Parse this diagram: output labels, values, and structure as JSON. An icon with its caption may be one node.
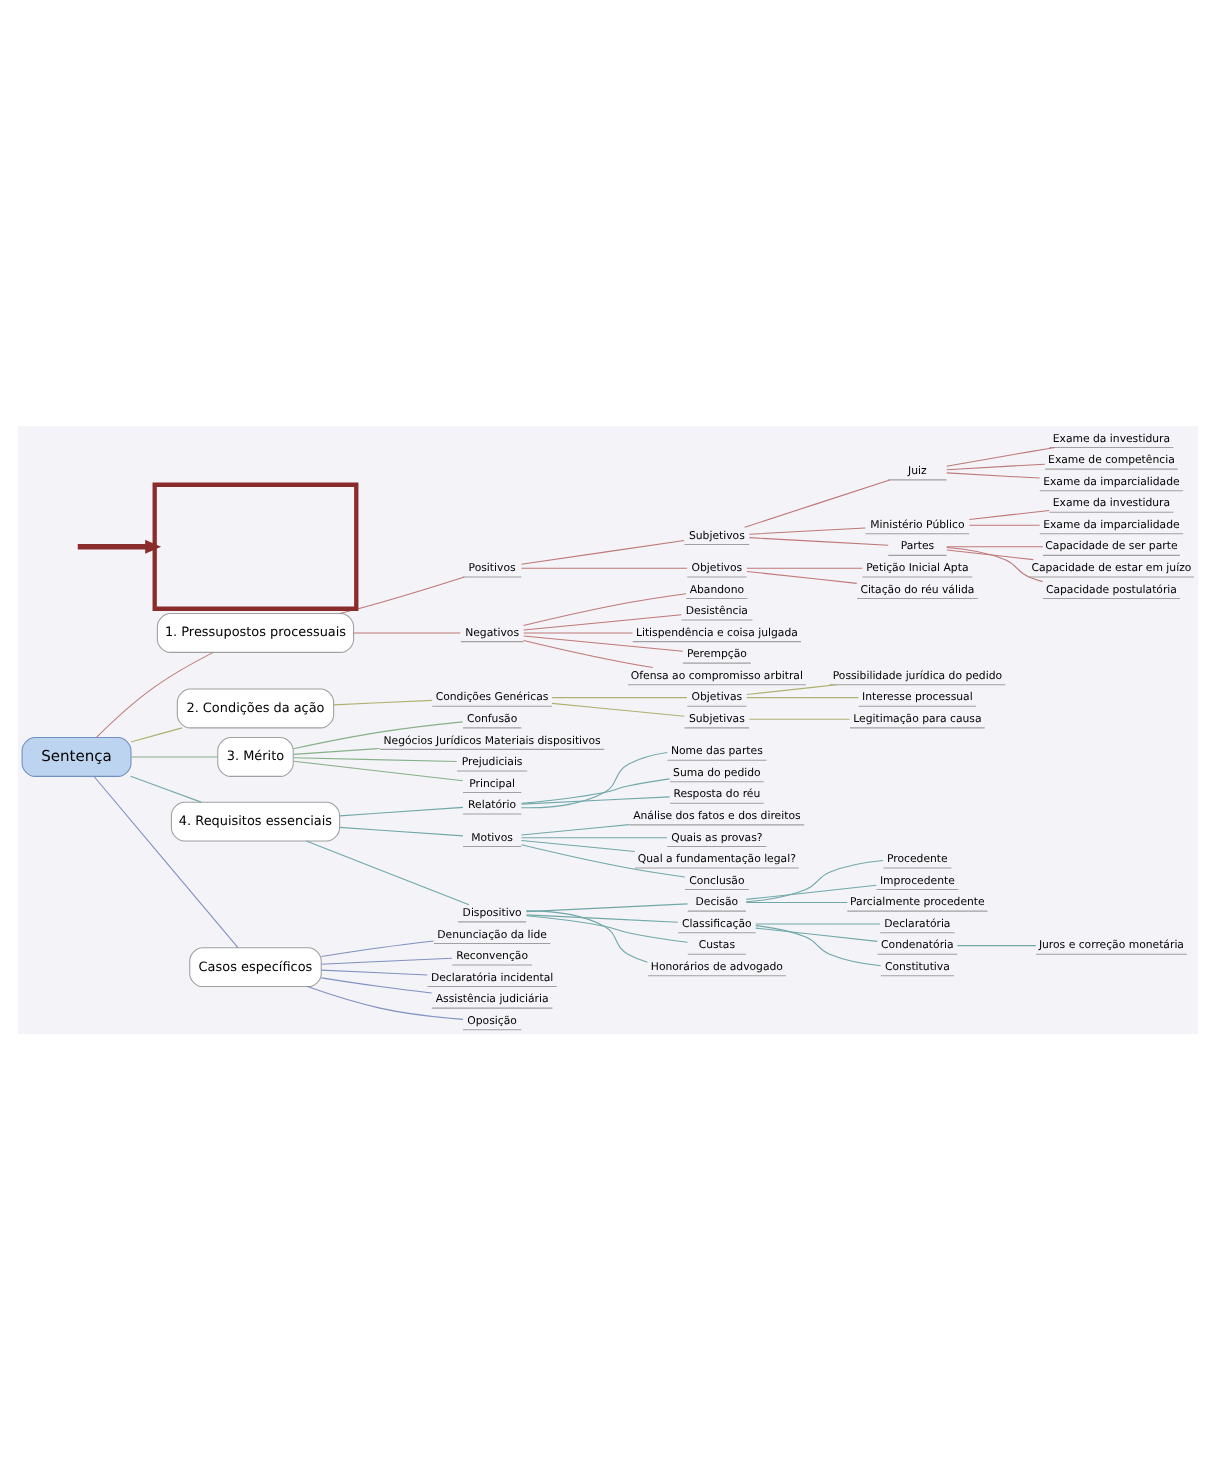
{
  "diagram": {
    "nodes": [
      {
        "text": [
          "Sentença"
        ]
      },
      {
        "text": [
          "1. Pressupostos processuais"
        ]
      },
      {
        "text": [
          "Positivos"
        ]
      },
      {
        "text": [
          "Subjetivos"
        ]
      },
      {
        "text": [
          "Juiz"
        ]
      },
      {
        "text": [
          "Exame da investidura"
        ]
      },
      {
        "text": [
          "Exame de competência"
        ]
      },
      {
        "text": [
          "Exame da imparcialidade"
        ]
      },
      {
        "text": [
          "Ministério Público"
        ]
      },
      {
        "text": [
          "Exame da investidura"
        ]
      },
      {
        "text": [
          "Exame da imparcialidade"
        ]
      },
      {
        "text": [
          "Partes"
        ]
      },
      {
        "text": [
          "Capacidade de ser parte"
        ]
      },
      {
        "text": [
          "Capacidade de estar em juízo"
        ]
      },
      {
        "text": [
          "Capacidade postulatória"
        ]
      },
      {
        "text": [
          "Objetivos"
        ]
      },
      {
        "text": [
          "Petição Inicial Apta"
        ]
      },
      {
        "text": [
          "Citação do réu válida"
        ]
      },
      {
        "text": [
          "Negativos"
        ]
      },
      {
        "text": [
          "Abandono"
        ]
      },
      {
        "text": [
          "Desistência"
        ]
      },
      {
        "text": [
          "Litispendência e coisa julgada"
        ]
      },
      {
        "text": [
          "Perempção"
        ]
      },
      {
        "text": [
          "Ofensa ao compromisso arbitral"
        ]
      },
      {
        "text": [
          "2. Condições da ação"
        ]
      },
      {
        "text": [
          "Condições Genéricas"
        ]
      },
      {
        "text": [
          "Objetivas"
        ]
      },
      {
        "text": [
          "Possibilidade jurídica do pedido"
        ]
      },
      {
        "text": [
          "Interesse processual"
        ]
      },
      {
        "text": [
          "Subjetivas"
        ]
      },
      {
        "text": [
          "Legitimação para causa"
        ]
      },
      {
        "text": [
          "3. Mérito"
        ]
      },
      {
        "text": [
          "Confusão"
        ]
      },
      {
        "text": [
          "Negócios Jurídicos Materiais dispositivos"
        ]
      },
      {
        "text": [
          "Prejudiciais"
        ]
      },
      {
        "text": [
          "Principal"
        ]
      },
      {
        "text": [
          "4. Requisitos essenciais"
        ]
      },
      {
        "text": [
          "Relatório"
        ]
      },
      {
        "text": [
          "Nome das partes"
        ]
      },
      {
        "text": [
          "Suma do pedido"
        ]
      },
      {
        "text": [
          "Resposta do réu"
        ]
      },
      {
        "text": [
          "Motivos"
        ]
      },
      {
        "text": [
          "Análise dos fatos e dos direitos"
        ]
      },
      {
        "text": [
          "Quais as provas?"
        ]
      },
      {
        "text": [
          "Qual a fundamentação legal?"
        ]
      },
      {
        "text": [
          "Conclusão"
        ]
      },
      {
        "text": [
          "Dispositivo"
        ]
      },
      {
        "text": [
          "Decisão"
        ]
      },
      {
        "text": [
          "Procedente"
        ]
      },
      {
        "text": [
          "Improcedente"
        ]
      },
      {
        "text": [
          "Parcialmente procedente"
        ]
      },
      {
        "text": [
          "Classificação"
        ]
      },
      {
        "text": [
          "Declaratória"
        ]
      },
      {
        "text": [
          "Condenatória"
        ]
      },
      {
        "text": [
          "Juros e correção monetária"
        ]
      },
      {
        "text": [
          "Constitutiva"
        ]
      },
      {
        "text": [
          "Custas"
        ]
      },
      {
        "text": [
          "Honorários de advogado"
        ]
      },
      {
        "text": [
          "Casos específicos"
        ]
      },
      {
        "text": [
          "Denunciação da lide"
        ]
      },
      {
        "text": [
          "Reconvenção"
        ]
      },
      {
        "text": [
          "Declaratória incidental"
        ]
      },
      {
        "text": [
          "Assistência judiciária"
        ]
      },
      {
        "text": [
          "Oposição"
        ]
      },
      {
        "text": [],
        "shape": "box"
      }
    ],
    "edges": [
      {
        "from": 0,
        "to": 1,
        "arrow": "none",
        "color": "#c07878"
      },
      {
        "from": 1,
        "to": 2,
        "arrow": "none",
        "color": "#c07878"
      },
      {
        "from": 2,
        "to": 3,
        "arrow": "none",
        "color": "#c07878"
      },
      {
        "from": 3,
        "to": 4,
        "arrow": "none",
        "color": "#c07878"
      },
      {
        "from": 4,
        "to": 5,
        "arrow": "none",
        "color": "#c07878"
      },
      {
        "from": 4,
        "to": 6,
        "arrow": "none",
        "color": "#c07878"
      },
      {
        "from": 4,
        "to": 7,
        "arrow": "none",
        "color": "#c07878"
      },
      {
        "from": 3,
        "to": 8,
        "arrow": "none",
        "color": "#c07878"
      },
      {
        "from": 8,
        "to": 9,
        "arrow": "none",
        "color": "#c07878"
      },
      {
        "from": 8,
        "to": 10,
        "arrow": "none",
        "color": "#c07878"
      },
      {
        "from": 3,
        "to": 11,
        "arrow": "none",
        "color": "#c07878"
      },
      {
        "from": 11,
        "to": 12,
        "arrow": "none",
        "color": "#c07878"
      },
      {
        "from": 11,
        "to": 13,
        "arrow": "none",
        "color": "#c07878"
      },
      {
        "from": 11,
        "to": 14,
        "arrow": "none",
        "color": "#c07878"
      },
      {
        "from": 2,
        "to": 15,
        "arrow": "none",
        "color": "#c07878"
      },
      {
        "from": 15,
        "to": 16,
        "arrow": "none",
        "color": "#c07878"
      },
      {
        "from": 15,
        "to": 17,
        "arrow": "none",
        "color": "#c07878"
      },
      {
        "from": 1,
        "to": 18,
        "arrow": "none",
        "color": "#c07878"
      },
      {
        "from": 18,
        "to": 19,
        "arrow": "none",
        "color": "#c07878"
      },
      {
        "from": 18,
        "to": 20,
        "arrow": "none",
        "color": "#c07878"
      },
      {
        "from": 18,
        "to": 21,
        "arrow": "none",
        "color": "#c07878"
      },
      {
        "from": 18,
        "to": 22,
        "arrow": "none",
        "color": "#c07878"
      },
      {
        "from": 18,
        "to": 23,
        "arrow": "none",
        "color": "#c07878"
      },
      {
        "from": 0,
        "to": 24,
        "arrow": "none",
        "color": "#b0b070"
      },
      {
        "from": 24,
        "to": 25,
        "arrow": "none",
        "color": "#b0b070"
      },
      {
        "from": 25,
        "to": 26,
        "arrow": "none",
        "color": "#b0b070"
      },
      {
        "from": 26,
        "to": 27,
        "arrow": "none",
        "color": "#b0b070"
      },
      {
        "from": 26,
        "to": 28,
        "arrow": "none",
        "color": "#b0b070"
      },
      {
        "from": 25,
        "to": 29,
        "arrow": "none",
        "color": "#b0b070"
      },
      {
        "from": 29,
        "to": 30,
        "arrow": "none",
        "color": "#b0b070"
      },
      {
        "from": 0,
        "to": 31,
        "arrow": "none",
        "color": "#88b088"
      },
      {
        "from": 31,
        "to": 32,
        "arrow": "none",
        "color": "#88b088"
      },
      {
        "from": 31,
        "to": 33,
        "arrow": "none",
        "color": "#88b088"
      },
      {
        "from": 31,
        "to": 34,
        "arrow": "none",
        "color": "#88b088"
      },
      {
        "from": 31,
        "to": 35,
        "arrow": "none",
        "color": "#88b088"
      },
      {
        "from": 0,
        "to": 36,
        "arrow": "none",
        "color": "#70a8a8"
      },
      {
        "from": 36,
        "to": 37,
        "arrow": "none",
        "color": "#70a8a8"
      },
      {
        "from": 37,
        "to": 38,
        "arrow": "none",
        "color": "#70a8a8"
      },
      {
        "from": 37,
        "to": 39,
        "arrow": "none",
        "color": "#70a8a8"
      },
      {
        "from": 37,
        "to": 40,
        "arrow": "none",
        "color": "#70a8a8"
      },
      {
        "from": 36,
        "to": 41,
        "arrow": "none",
        "color": "#70a8a8"
      },
      {
        "from": 41,
        "to": 42,
        "arrow": "none",
        "color": "#70a8a8"
      },
      {
        "from": 41,
        "to": 43,
        "arrow": "none",
        "color": "#70a8a8"
      },
      {
        "from": 41,
        "to": 44,
        "arrow": "none",
        "color": "#70a8a8"
      },
      {
        "from": 41,
        "to": 45,
        "arrow": "none",
        "color": "#70a8a8"
      },
      {
        "from": 36,
        "to": 46,
        "arrow": "none",
        "color": "#70a8a8"
      },
      {
        "from": 46,
        "to": 47,
        "arrow": "none",
        "color": "#70a8a8"
      },
      {
        "from": 47,
        "to": 48,
        "arrow": "none",
        "color": "#70a8a8"
      },
      {
        "from": 47,
        "to": 49,
        "arrow": "none",
        "color": "#70a8a8"
      },
      {
        "from": 47,
        "to": 50,
        "arrow": "none",
        "color": "#70a8a8"
      },
      {
        "from": 46,
        "to": 51,
        "arrow": "none",
        "color": "#70a8a8"
      },
      {
        "from": 51,
        "to": 52,
        "arrow": "none",
        "color": "#70a8a8"
      },
      {
        "from": 51,
        "to": 53,
        "arrow": "none",
        "color": "#70a8a8"
      },
      {
        "from": 53,
        "to": 54,
        "arrow": "none",
        "color": "#70a8a8"
      },
      {
        "from": 51,
        "to": 55,
        "arrow": "none",
        "color": "#70a8a8"
      },
      {
        "from": 46,
        "to": 56,
        "arrow": "none",
        "color": "#70a8a8"
      },
      {
        "from": 46,
        "to": 57,
        "arrow": "none",
        "color": "#70a8a8"
      },
      {
        "from": 0,
        "to": 58,
        "arrow": "none",
        "color": "#8090c0"
      },
      {
        "from": 58,
        "to": 59,
        "arrow": "none",
        "color": "#8090c0"
      },
      {
        "from": 58,
        "to": 60,
        "arrow": "none",
        "color": "#8090c0"
      },
      {
        "from": 58,
        "to": 61,
        "arrow": "none",
        "color": "#8090c0"
      },
      {
        "from": 58,
        "to": 62,
        "arrow": "none",
        "color": "#8090c0"
      },
      {
        "from": 58,
        "to": 63,
        "arrow": "none",
        "color": "#8090c0"
      },
      {
        "from": null,
        "to": 64,
        "arrow": "to",
        "style": "thick",
        "color": "#8b2c2c"
      }
    ]
  }
}
